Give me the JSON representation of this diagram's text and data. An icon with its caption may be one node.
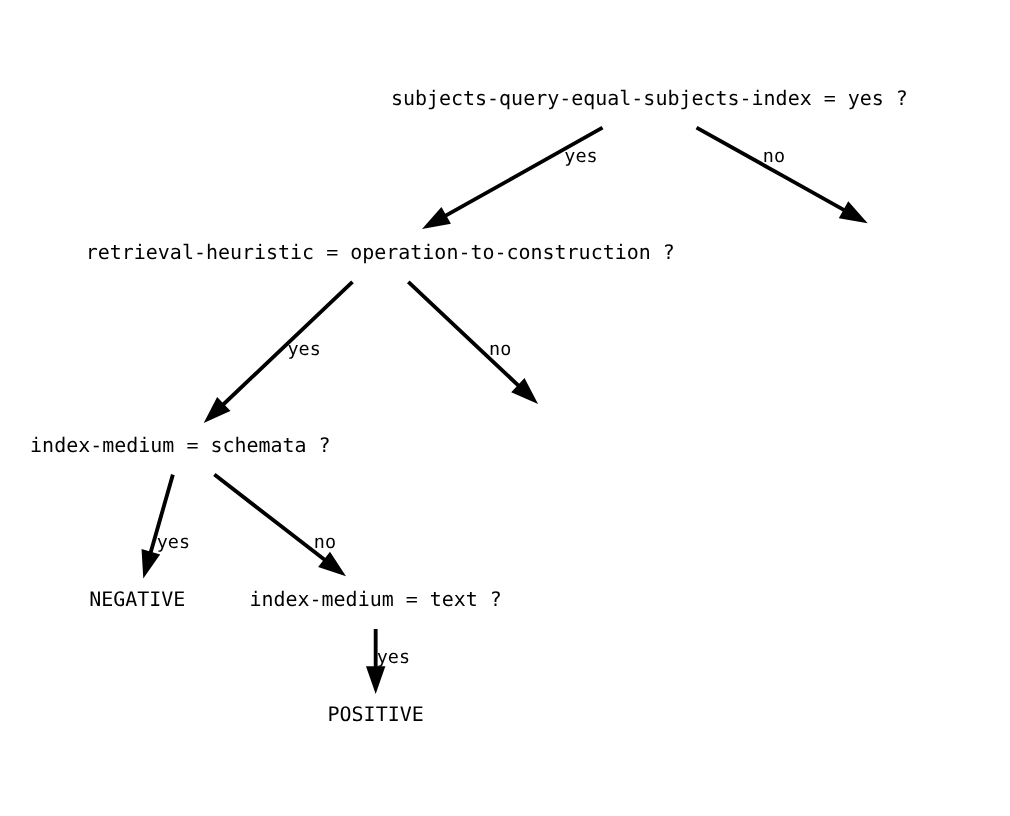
{
  "diagram": {
    "nodes": [
      {
        "text": [
          "subjects-query-equal-subjects-index = yes ?"
        ]
      },
      {
        "text": [
          "retrieval-heuristic = operation-to-construction ?"
        ]
      },
      {
        "text": [
          "index-medium = schemata ?"
        ]
      },
      {
        "text": [
          "NEGATIVE"
        ]
      },
      {
        "text": [
          "index-medium = text ?"
        ]
      },
      {
        "text": [
          "POSITIVE"
        ]
      }
    ],
    "edges": [
      {
        "from": 0,
        "to": 1,
        "arrow": "to",
        "label": "yes"
      },
      {
        "from": 0,
        "to": null,
        "arrow": "to",
        "label": "no"
      },
      {
        "from": 1,
        "to": 2,
        "arrow": "to",
        "label": "yes"
      },
      {
        "from": 1,
        "to": null,
        "arrow": "to",
        "label": "no"
      },
      {
        "from": 2,
        "to": 3,
        "arrow": "to",
        "label": "yes"
      },
      {
        "from": 2,
        "to": 4,
        "arrow": "to",
        "label": "no"
      },
      {
        "from": 4,
        "to": 5,
        "arrow": "to",
        "label": "yes"
      }
    ]
  }
}
